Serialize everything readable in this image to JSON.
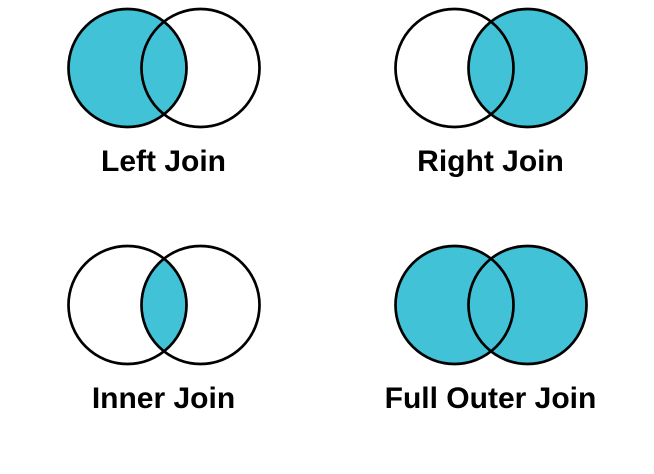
{
  "colors": {
    "background": "#ffffff",
    "shaded_fill": "#41c2d7",
    "unshaded_fill": "#ffffff",
    "outline": "#000000",
    "label_text": "#000000"
  },
  "diagrams": [
    {
      "label": "Left Join",
      "shaded": "left",
      "lens_shaded": true
    },
    {
      "label": "Right Join",
      "shaded": "right",
      "lens_shaded": true
    },
    {
      "label": "Inner Join",
      "shaded": "inner",
      "lens_shaded": true
    },
    {
      "label": "Full Outer Join",
      "shaded": "both",
      "lens_shaded": true
    }
  ]
}
